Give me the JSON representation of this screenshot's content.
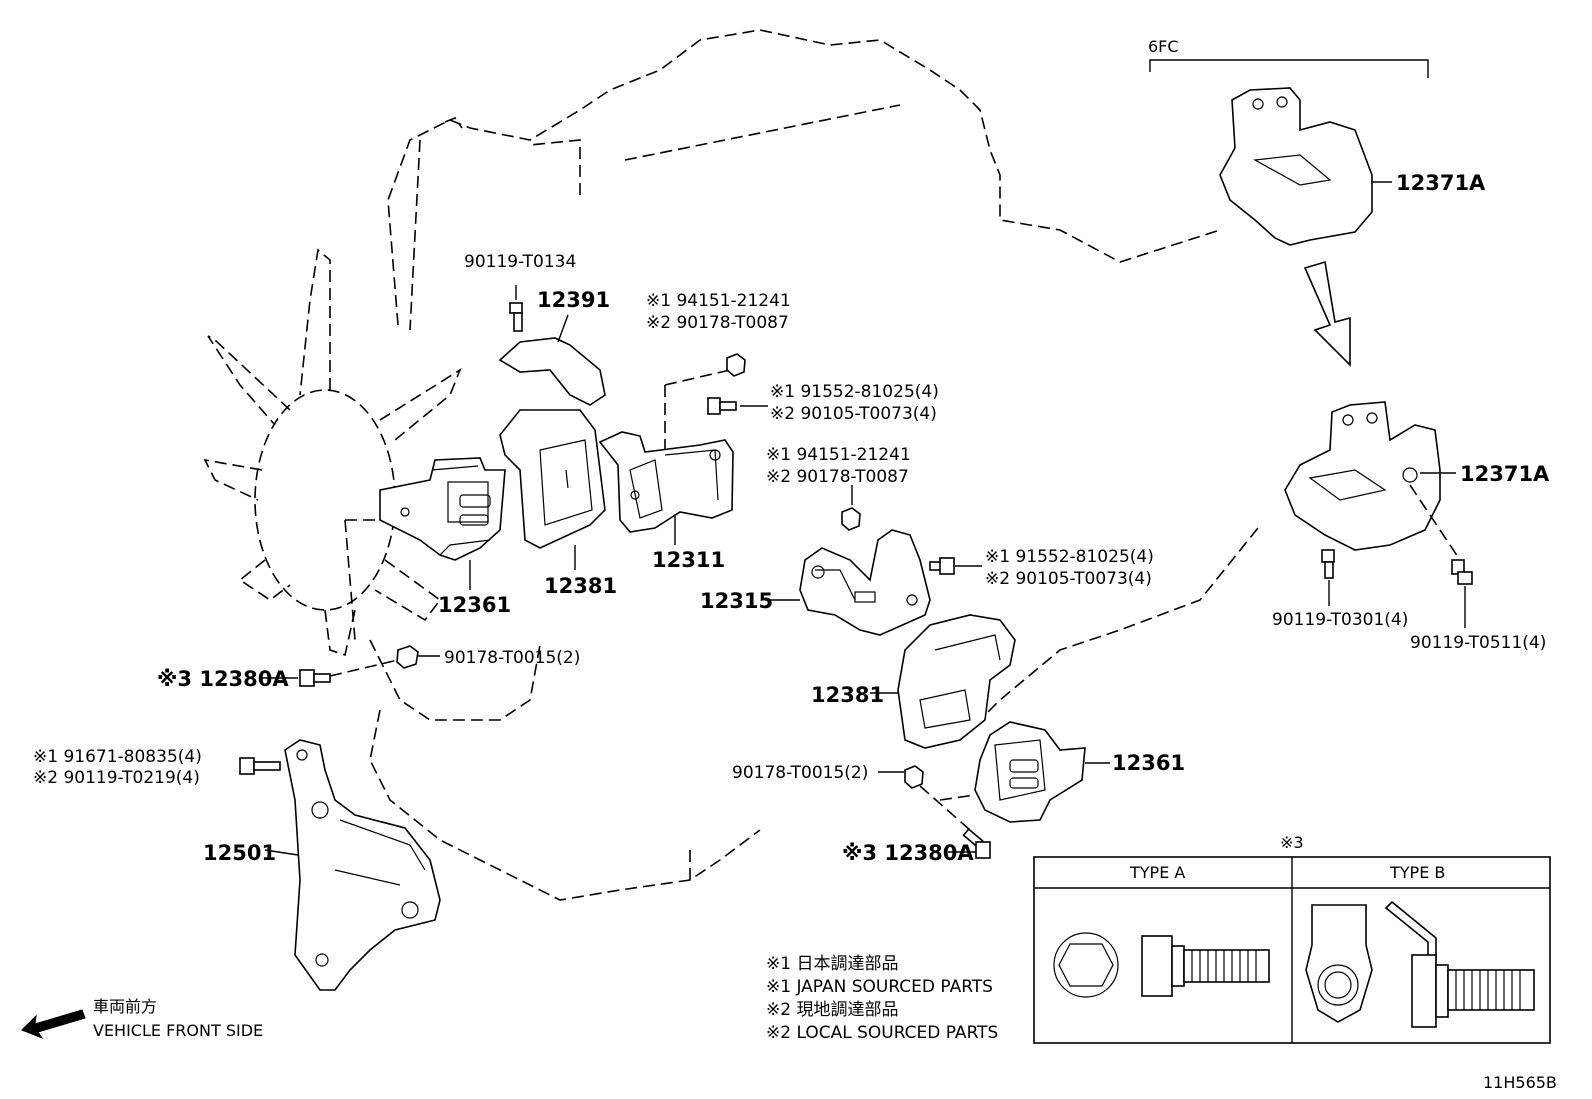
{
  "diagram": {
    "group_label": "6FC",
    "drawing_code": "11H565B",
    "vehicle_front": {
      "line1": "車両前方",
      "line2": "VEHICLE FRONT SIDE"
    },
    "callouts": {
      "c_12371a_top": "12371A",
      "c_12371a_bot": "12371A",
      "c_12391": "12391",
      "c_90119_t0134": "90119-T0134",
      "c_94151_1": "※1 94151-21241",
      "c_90178_1": "※2 90178-T0087",
      "c_91552_1": "※1  91552-81025(4)",
      "c_90105_1": "※2  90105-T0073(4)",
      "c_94151_2": "※1 94151-21241",
      "c_90178_2": "※2 90178-T0087",
      "c_91552_2": "※1  91552-81025(4)",
      "c_90105_2": "※2  90105-T0073(4)",
      "c_12361_left": "12361",
      "c_12381_left": "12381",
      "c_12311": "12311",
      "c_12315": "12315",
      "c_12381_right": "12381",
      "c_12361_right": "12361",
      "c_90178_t0015_left": "90178-T0015(2)",
      "c_90178_t0015_right": "90178-T0015(2)",
      "c_12380a_left": "※3 12380A",
      "c_12380a_right": "※3 12380A",
      "c_91671": "※1  91671-80835(4)",
      "c_90119_t0219": "※2  90119-T0219(4)",
      "c_12501": "12501",
      "c_90119_t0301": "90119-T0301(4)",
      "c_90119_t0511": "90119-T0511(4)"
    },
    "notes": [
      "※1 日本調達部品",
      "※1 JAPAN SOURCED PARTS",
      "※2 現地調達部品",
      "※2 LOCAL SOURCED PARTS"
    ],
    "type_table": {
      "marker": "※3",
      "type_a": "TYPE A",
      "type_b": "TYPE B"
    }
  }
}
